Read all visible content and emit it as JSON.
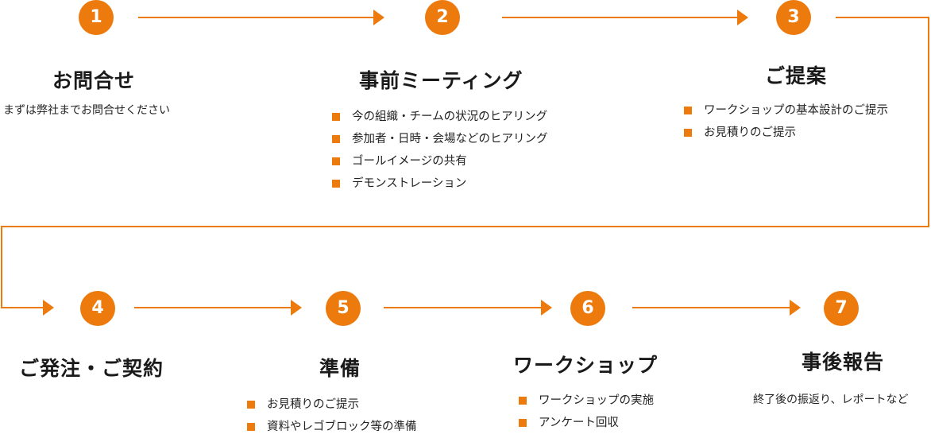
{
  "accent": "#ec7a0c",
  "steps": [
    {
      "number": "1",
      "title": "お問合せ",
      "description": "まずは弊社までお問合せください"
    },
    {
      "number": "2",
      "title": "事前ミーティング",
      "items": [
        "今の組織・チームの状況のヒアリング",
        "参加者・日時・会場などのヒアリング",
        "ゴールイメージの共有",
        "デモンストレーション"
      ]
    },
    {
      "number": "3",
      "title": "ご提案",
      "items": [
        "ワークショップの基本設計のご提示",
        "お見積りのご提示"
      ]
    },
    {
      "number": "4",
      "title": "ご発注・ご契約"
    },
    {
      "number": "5",
      "title": "準備",
      "items": [
        "お見積りのご提示",
        "資料やレゴブロック等の準備"
      ]
    },
    {
      "number": "6",
      "title": "ワークショップ",
      "items": [
        "ワークショップの実施",
        "アンケート回収"
      ]
    },
    {
      "number": "7",
      "title": "事後報告",
      "description": "終了後の振返り、レポートなど"
    }
  ]
}
